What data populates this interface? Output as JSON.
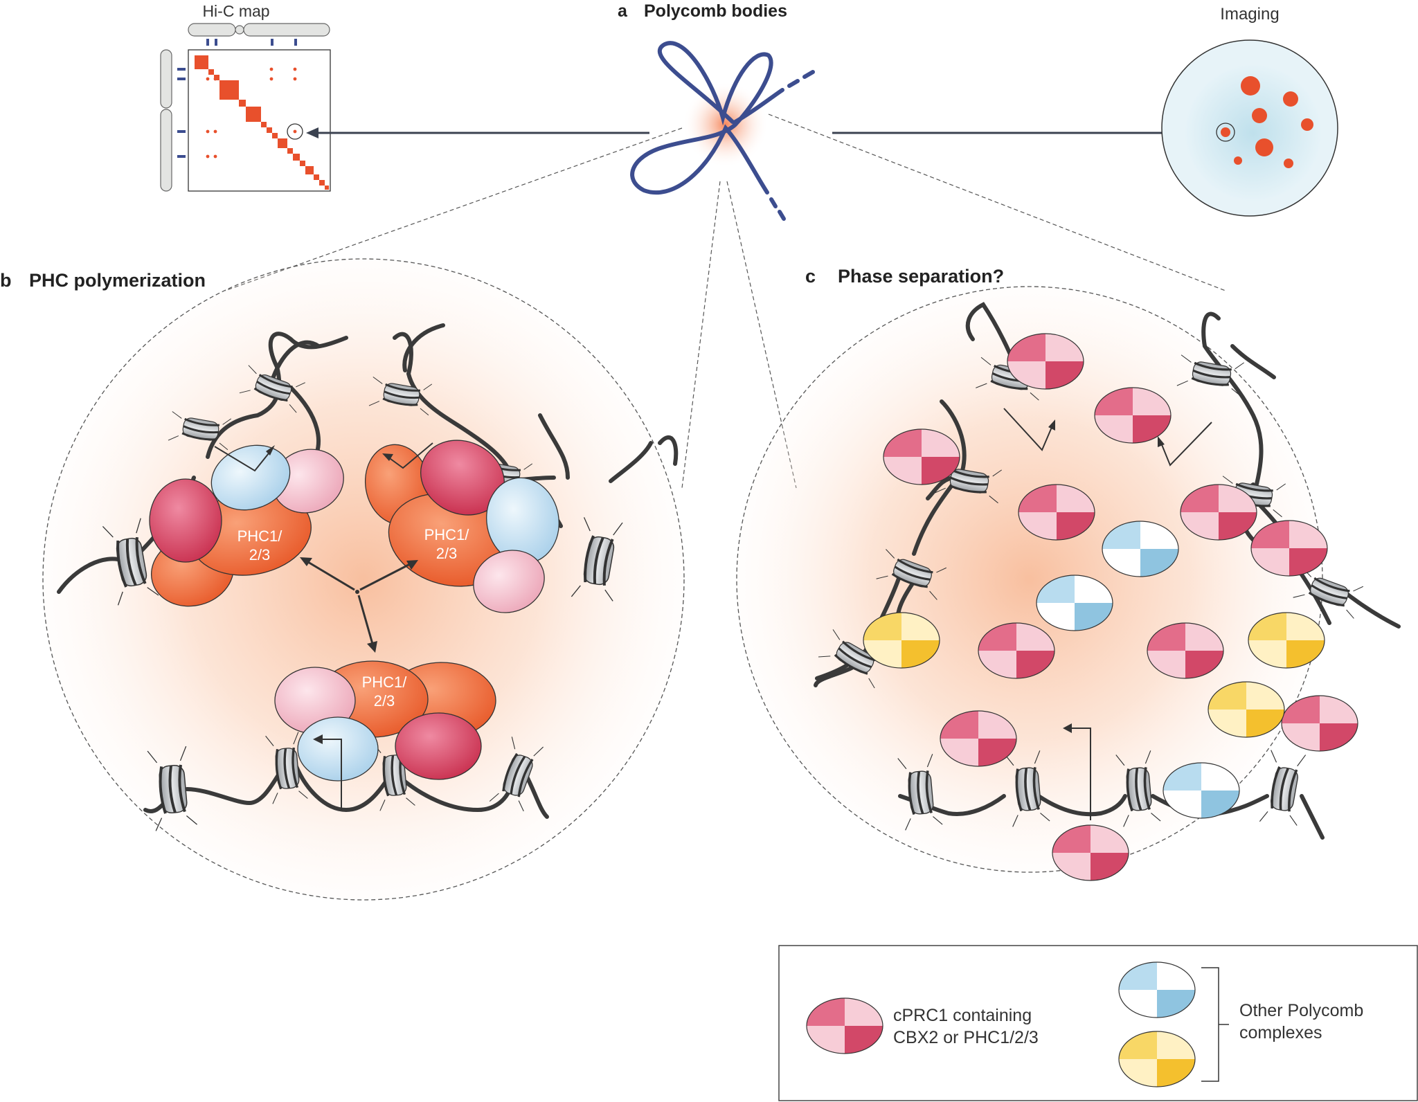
{
  "hic": {
    "title": "Hi-C map"
  },
  "imaging": {
    "title": "Imaging"
  },
  "panel_a": {
    "letter": "a",
    "title": "Polycomb bodies"
  },
  "panel_b": {
    "letter": "b",
    "title": "PHC polymerization",
    "phc_label_line1": "PHC1/",
    "phc_label_line2": "2/3"
  },
  "panel_c": {
    "letter": "c",
    "title": "Phase separation?"
  },
  "legend": {
    "cprc1_line1": "cPRC1 containing",
    "cprc1_line2": "CBX2 or PHC1/2/3",
    "other_line1": "Other Polycomb",
    "other_line2": "complexes"
  },
  "colors": {
    "orange": "#ef6a3a",
    "crimson": "#d6405f",
    "pink": "#f2b6c4",
    "blue": "#bcdcf0",
    "yellow": "#f7cf52",
    "chromatin": "#3a3a3a",
    "loop": "#3c4d8f"
  }
}
